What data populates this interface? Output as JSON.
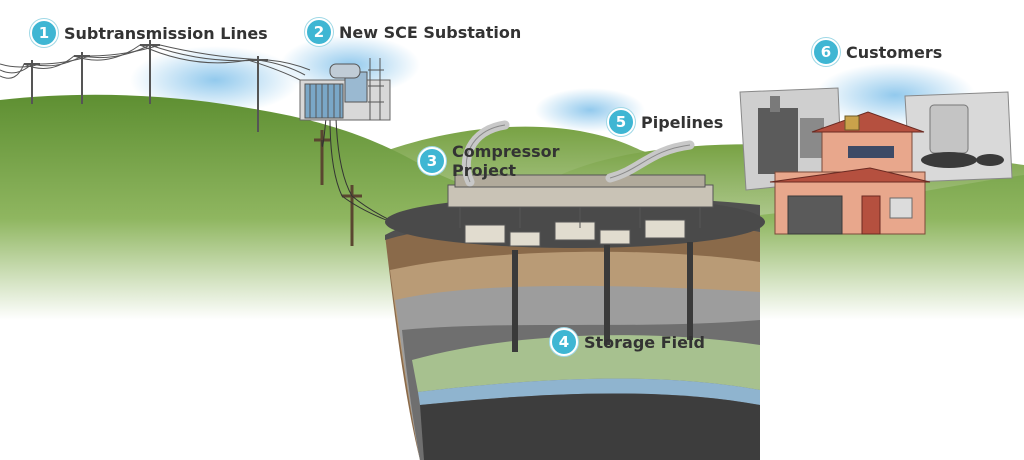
{
  "diagram": {
    "colors": {
      "accent": "#3fb6d3",
      "hill": "#6c9a3d",
      "rock": "#4a4a4a",
      "soil": "#8a6a4a",
      "storage": "#a7c18f",
      "water": "#8fb4cf"
    },
    "callouts": [
      {
        "number": "1",
        "label": "Subtransmission Lines"
      },
      {
        "number": "2",
        "label": "New SCE Substation"
      },
      {
        "number": "3",
        "label": "Compressor Project"
      },
      {
        "number": "4",
        "label": "Storage Field"
      },
      {
        "number": "5",
        "label": "Pipelines"
      },
      {
        "number": "6",
        "label": "Customers"
      }
    ]
  }
}
